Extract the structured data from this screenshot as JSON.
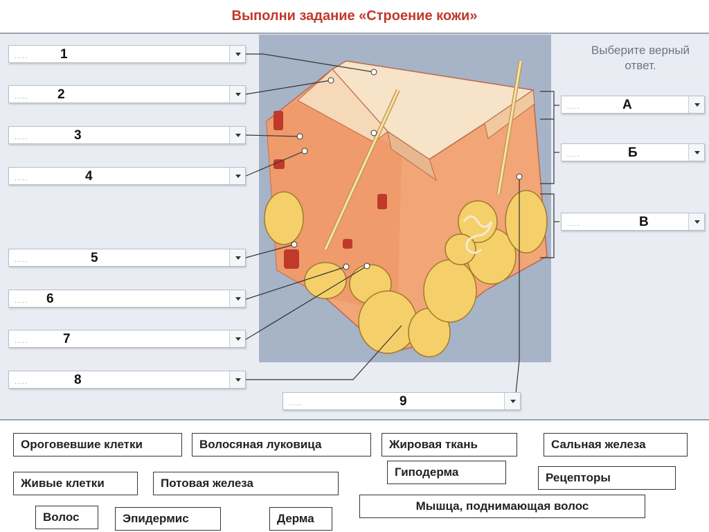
{
  "title": "Выполни задание «Строение кожи»",
  "hint": "Выберите верный ответ.",
  "placeholder": ".....",
  "numbered_dropdowns": [
    "1",
    "2",
    "3",
    "4",
    "5",
    "6",
    "7",
    "8",
    "9"
  ],
  "letter_dropdowns": [
    "А",
    "Б",
    "В"
  ],
  "word_bank": [
    "Ороговевшие клетки",
    "Волосяная луковица",
    "Жировая ткань",
    "Сальная железа",
    "Живые клетки",
    "Потовая железа",
    "Гиподерма",
    "Рецепторы",
    "Мышца, поднимающая волос",
    "Волос",
    "Эпидермис",
    "Дерма"
  ],
  "colors": {
    "title": "#c0392b",
    "epidermis": "#f4dcc0",
    "dermis": "#f0a878",
    "fat": "#f3cf6a"
  }
}
